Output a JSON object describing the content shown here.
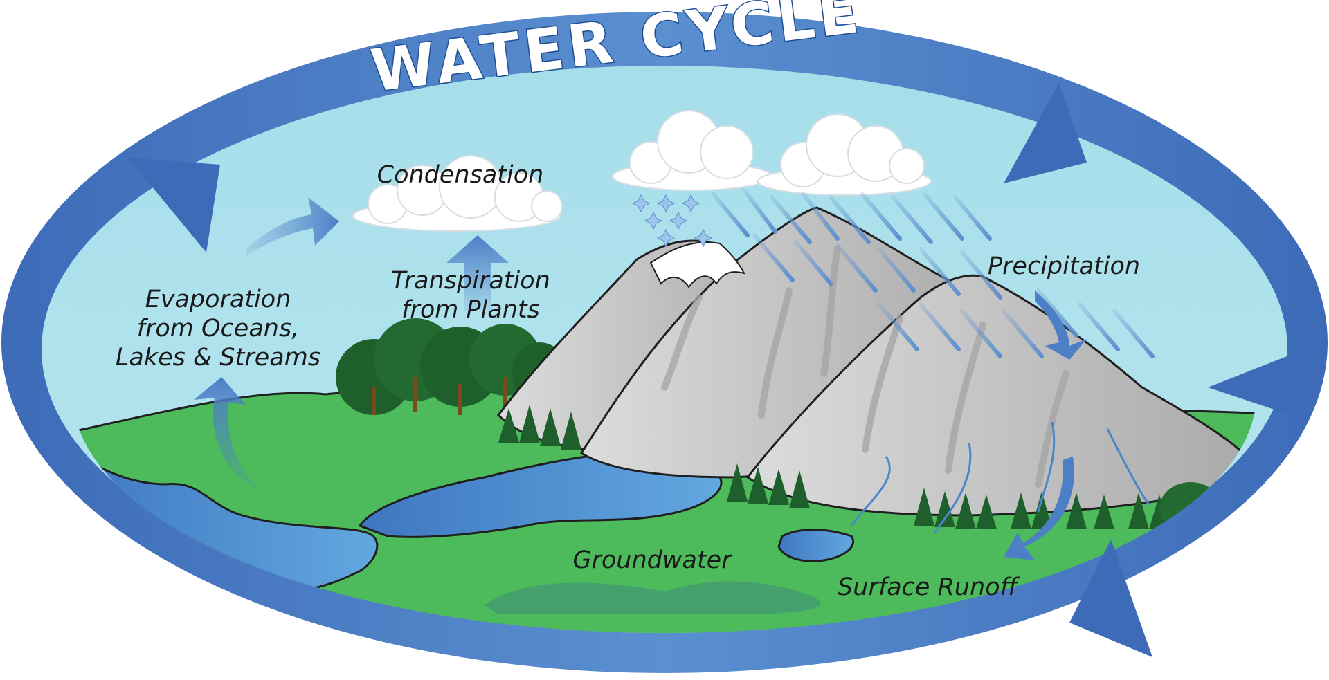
{
  "title": "WATER CYCLE",
  "labels": {
    "condensation": "Condensation",
    "transpiration_line1": "Transpiration",
    "transpiration_line2": "from Plants",
    "evaporation_line1": "Evaporation",
    "evaporation_line2": "from Oceans,",
    "evaporation_line3": "Lakes & Streams",
    "precipitation": "Precipitation",
    "groundwater": "Groundwater",
    "surface_runoff": "Surface Runoff"
  },
  "colors": {
    "sky": "#a9dfea",
    "cycle_arrow": "#3f6fba",
    "grass": "#4dbb5c",
    "water": "#4a86cc",
    "mountain": "#c9c9c9",
    "tree_dark": "#1f5f2c",
    "cloud": "#ffffff"
  }
}
